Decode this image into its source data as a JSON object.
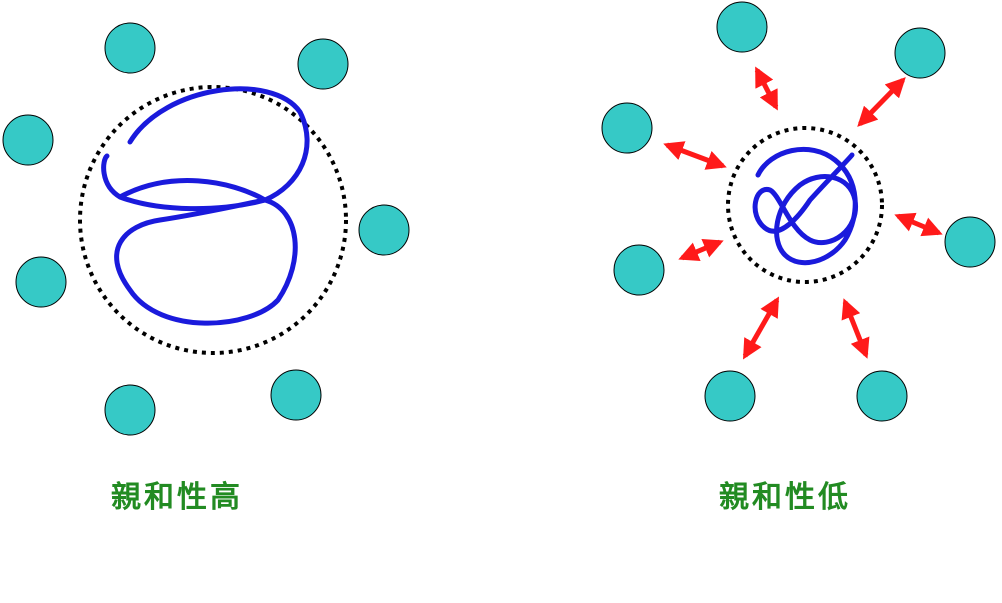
{
  "captions": {
    "left": "親和性高",
    "right": "親和性低"
  },
  "colors": {
    "particle_fill": "#36c9c6",
    "particle_stroke": "#000000",
    "chain": "#1a1adc",
    "boundary": "#000000",
    "arrow": "#ff1a1a",
    "caption": "#228b22"
  },
  "panels": [
    {
      "name": "high-affinity",
      "particle_count": 7,
      "chain_state": "expanded",
      "repulsion_arrows": false
    },
    {
      "name": "low-affinity",
      "particle_count": 7,
      "chain_state": "collapsed",
      "repulsion_arrows": true
    }
  ]
}
